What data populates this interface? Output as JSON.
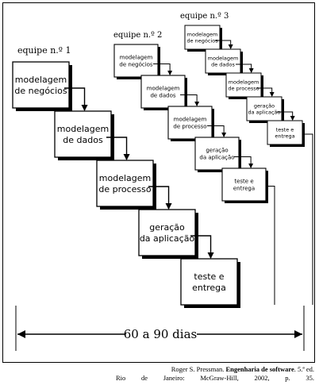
{
  "teams": [
    {
      "label": "equipe n.º 1",
      "stages": [
        [
          "modelagem",
          "de negócios"
        ],
        [
          "modelagem",
          "de dados"
        ],
        [
          "modelagem",
          "de processo"
        ],
        [
          "geração",
          "da aplicação"
        ],
        [
          "teste e",
          "entrega"
        ]
      ]
    },
    {
      "label": "equipe n.º 2",
      "stages": [
        [
          "modelagem",
          "de negócios"
        ],
        [
          "modelagem",
          "de dados"
        ],
        [
          "modelagem",
          "de processo"
        ],
        [
          "geração",
          "da aplicação"
        ],
        [
          "teste e",
          "entrega"
        ]
      ]
    },
    {
      "label": "equipe n.º 3",
      "stages": [
        [
          "modelagem",
          "de negócios"
        ],
        [
          "modelagem",
          "de dados"
        ],
        [
          "modelagem",
          "de processo"
        ],
        [
          "geração",
          "da aplicação"
        ],
        [
          "teste e",
          "entrega"
        ]
      ]
    }
  ],
  "duration": "60 a 90 dias",
  "citation": {
    "author": "Roger S. Pressman.",
    "title": "Engenharia de software",
    "edition": ". 5.ª ed.",
    "publication": "Rio de Janeiro: McGraw-Hill, 2002, p. 35."
  }
}
